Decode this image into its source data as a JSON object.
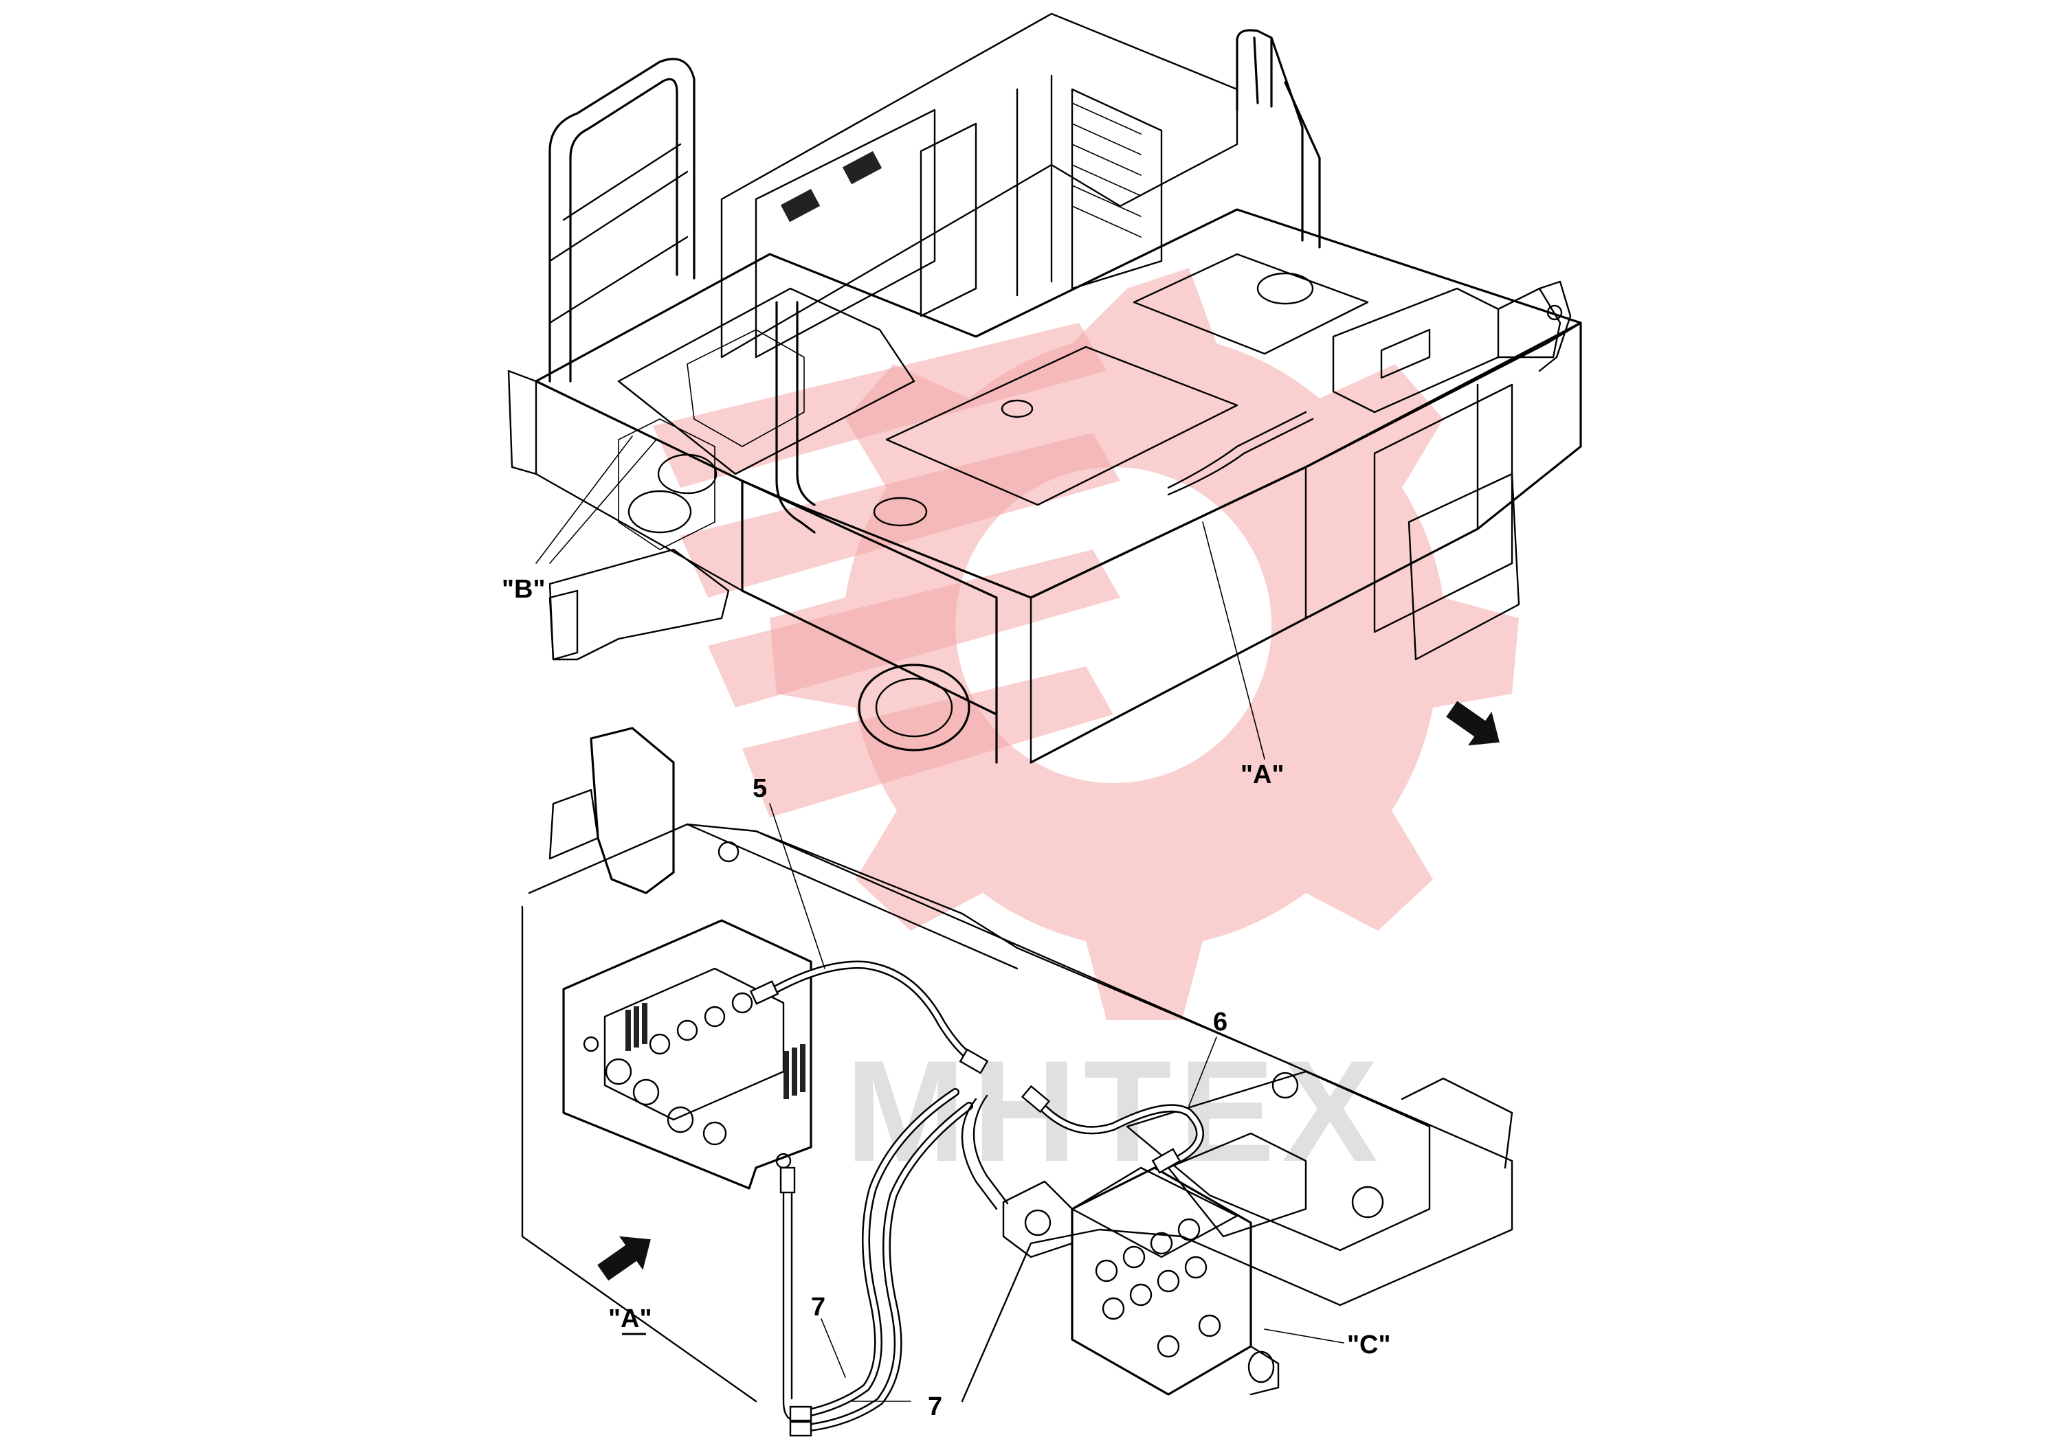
{
  "watermark": {
    "text": "MHTEX",
    "color": "#f4a7a7"
  },
  "views": {
    "a_underlined": "\"A\""
  },
  "labels": {
    "b": "\"B\"",
    "a": "\"A\"",
    "c": "\"C\"",
    "n5": "5",
    "n6": "6",
    "n7_upper": "7",
    "n7_lower": "7"
  },
  "icons": {
    "view_arrow_upper": "view-direction-arrow-icon",
    "view_arrow_lower": "view-direction-arrow-icon"
  }
}
